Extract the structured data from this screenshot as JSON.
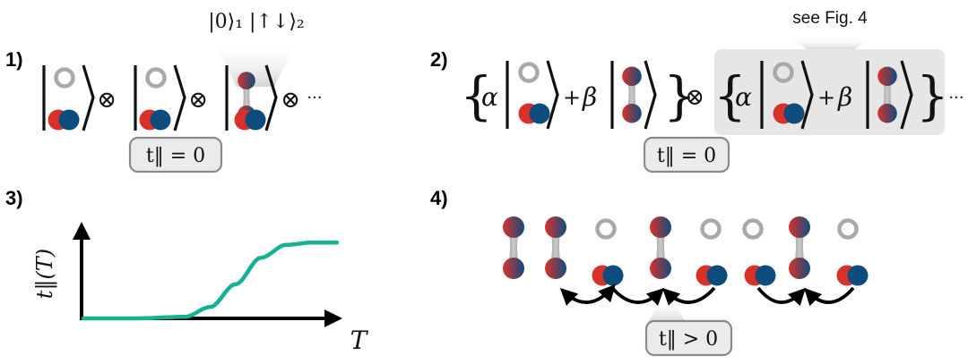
{
  "panels": {
    "p1": {
      "label": "1)",
      "ket_annotation": "|0⟩₁ |↑↓⟩₂",
      "t_box": "t‖ = 0",
      "trailing": "···"
    },
    "p2": {
      "label": "2)",
      "coef_alpha": "α",
      "coef_beta": "β",
      "plus": "+",
      "see_fig": "see Fig. 4",
      "t_box": "t‖ = 0",
      "trailing": "···"
    },
    "p3": {
      "label": "3)",
      "ylabel": "t‖(T)",
      "xlabel": "T"
    },
    "p4": {
      "label": "4)",
      "t_box": "t‖ > 0"
    }
  },
  "operator": "⊗",
  "colors": {
    "red": "#d8312a",
    "blue": "#0f4c7e",
    "hole_ring": "#a9a9a9",
    "curve": "#14b192",
    "box_fill": "#ebebeb",
    "highlight": "#e6e6e6"
  },
  "chart_data": {
    "type": "line",
    "title": "",
    "xlabel": "T",
    "ylabel": "t‖(T)",
    "series": [
      {
        "name": "",
        "x": [
          0,
          0.2,
          0.4,
          0.5,
          0.6,
          0.7,
          0.8,
          0.9,
          1.0
        ],
        "y": [
          0,
          0,
          0.02,
          0.15,
          0.45,
          0.8,
          0.97,
          1.0,
          1.0
        ]
      }
    ],
    "xlim": [
      0,
      1
    ],
    "ylim": [
      0,
      1.25
    ],
    "grid": false
  }
}
